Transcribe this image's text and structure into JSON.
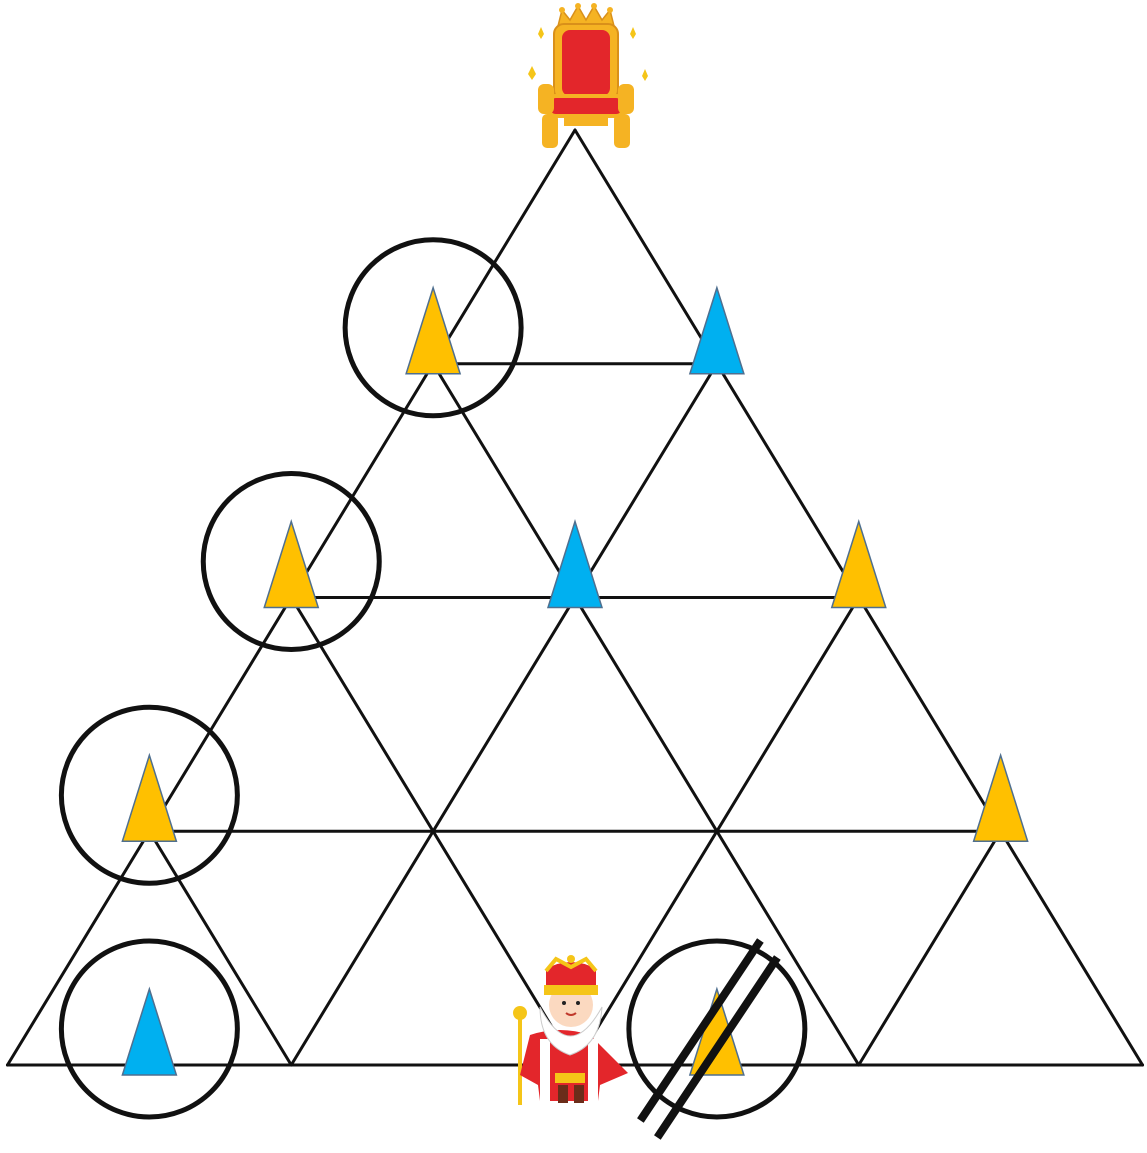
{
  "colors": {
    "background": "#ffffff",
    "grid_line": "#111111",
    "marker_yellow": "#ffc000",
    "marker_blue": "#00b0f0",
    "marker_outline": "#4f6f8f",
    "circle": "#111111",
    "throne_red": "#e3262b",
    "throne_gold": "#f5b323",
    "king_red": "#e3262b",
    "king_gold": "#f5c518",
    "king_beard": "#ffffff"
  },
  "puzzle": {
    "rows": 4,
    "throne_icon": "throne-icon",
    "king_icon": "king-icon",
    "markers": [
      {
        "id": "m-r1-left",
        "color": "yellow",
        "circled": true,
        "crossed": false
      },
      {
        "id": "m-r1-right",
        "color": "blue",
        "circled": false,
        "crossed": false
      },
      {
        "id": "m-r2-left",
        "color": "yellow",
        "circled": true,
        "crossed": false
      },
      {
        "id": "m-r2-mid",
        "color": "blue",
        "circled": false,
        "crossed": false
      },
      {
        "id": "m-r2-right",
        "color": "yellow",
        "circled": false,
        "crossed": false
      },
      {
        "id": "m-r3-left",
        "color": "yellow",
        "circled": true,
        "crossed": false
      },
      {
        "id": "m-r3-right",
        "color": "yellow",
        "circled": false,
        "crossed": false
      },
      {
        "id": "m-r4-a",
        "color": "blue",
        "circled": true,
        "crossed": false
      },
      {
        "id": "m-r4-c",
        "color": "yellow",
        "circled": true,
        "crossed": true
      }
    ]
  }
}
